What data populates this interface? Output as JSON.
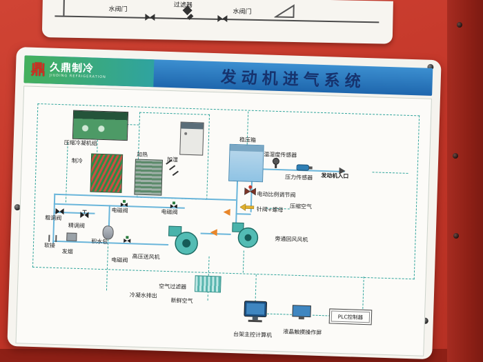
{
  "top_panel": {
    "valve_left": "水阀门",
    "filter": "过滤器",
    "valve_right": "水阀门"
  },
  "header": {
    "logo_text": "久鼎制冷",
    "logo_subtitle": "JIUDING REFRIGERATION",
    "logo_glyph": "鼎",
    "title": "发动机进气系统"
  },
  "diagram": {
    "labels": {
      "compressor_unit": "压缩冷凝机组",
      "cooling": "制冷",
      "heating": "加热",
      "humidify": "加湿",
      "surge_tank": "稳压箱",
      "temp_humidity_sensor": "温湿度传感器",
      "pressure_sensor": "压力传感器",
      "engine_inlet": "发动机入口",
      "proportional_valve": "电动比例调节阀",
      "needle_valve": "针阀+螺母",
      "compressed_air": "压缩空气",
      "solenoid_valve_a": "电磁阀",
      "solenoid_valve_b": "电磁阀",
      "solenoid_valve_c": "电磁阀",
      "coarse_valve": "粗调阀",
      "fine_valve": "精调阀",
      "water_trap": "积水包",
      "flex_joint": "软接",
      "smoke": "发烟",
      "hp_blower": "高压送风机",
      "bypass_fan": "旁通回风风机",
      "air_filter": "空气过滤器",
      "fresh_air": "新鲜空气",
      "condensate_drain": "冷凝水排出",
      "main_computer": "台架主控计算机",
      "touch_screen": "液晶触摸操作屏",
      "plc": "PLC控制器"
    }
  },
  "colors": {
    "wall_red": "#c23528",
    "panel_white": "#f5f3ed",
    "header_blue": "#2374bb",
    "logo_green": "#3dad5c",
    "title_navy": "#16336e",
    "line_teal": "#2da39a",
    "pipe_blue": "#69b5da",
    "arrow_orange": "#e8862a"
  }
}
